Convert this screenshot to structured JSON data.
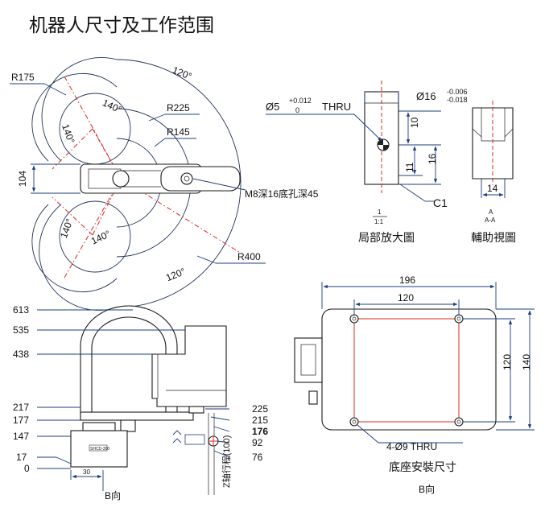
{
  "title": "机器人尺寸及工作范围",
  "top_view": {
    "radius_labels": [
      "R175",
      "R225",
      "R145",
      "R400"
    ],
    "angle_labels": [
      "120°",
      "140°",
      "140°",
      "140°",
      "140°",
      "120°"
    ],
    "width_label": "104",
    "tap_note": "M8深16底孔深45"
  },
  "detail_view": {
    "hole_label": "Ø5",
    "hole_tol_upper": "+0.012",
    "hole_tol_lower": "0",
    "hole_suffix": "THRU",
    "shaft_label": "Ø16",
    "shaft_tol_upper": "-0.006",
    "shaft_tol_lower": "-0.018",
    "dims": [
      "10",
      "16",
      "11",
      "C1"
    ],
    "scale_num": "1",
    "scale_den": "1:1",
    "caption": "局部放大圖"
  },
  "aux_view": {
    "width_label": "14",
    "marker": "A",
    "marker_note": "A-A",
    "caption": "輔助視圖"
  },
  "side_view": {
    "left_dims": [
      "613",
      "535",
      "438",
      "217",
      "177",
      "147",
      "17",
      "0"
    ],
    "right_dims": [
      "225",
      "215",
      "176",
      "92",
      "76"
    ],
    "bottom_dim": "30",
    "stroke_label": "Z轴行程(100)",
    "view_label": "B向",
    "nameplate": "SHCD-300"
  },
  "base_view": {
    "overall_width": "196",
    "hole_spacing_x": "120",
    "hole_spacing_y": "120",
    "overall_height": "140",
    "hole_note": "4-Ø9 THRU",
    "caption": "底座安裝尺寸",
    "view_label": "B向"
  }
}
